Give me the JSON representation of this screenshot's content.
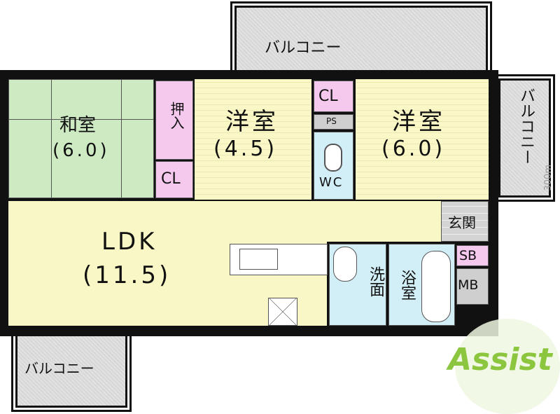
{
  "rooms": {
    "washitsu": {
      "name": "和室",
      "size": "(6.0)"
    },
    "oshiire": "押入",
    "cl_left": "CL",
    "yoshitsu1": {
      "name": "洋室",
      "size": "(4.5)"
    },
    "cl_top": "CL",
    "ps": "PS",
    "wc": "WC",
    "yoshitsu2": {
      "name": "洋室",
      "size": "(6.0)"
    },
    "ldk": {
      "name": "LDK",
      "size": "(11.5)"
    },
    "genkan": "玄関",
    "senmen": "洗面",
    "yokushitsu": "浴室",
    "sb": "SB",
    "mb": "MB"
  },
  "balconies": {
    "top": "バルコニー",
    "right": "バルコニー",
    "bottom": "バルコニー"
  },
  "scale_note": "300m",
  "logo": {
    "text": "Assist",
    "color": "#8cc63f"
  },
  "colors": {
    "tatami": "#cdeac3",
    "flooring": "#faf7c6",
    "closet": "#f5c8ee",
    "wet_area": "#d2eef7",
    "wall": "#111111"
  }
}
